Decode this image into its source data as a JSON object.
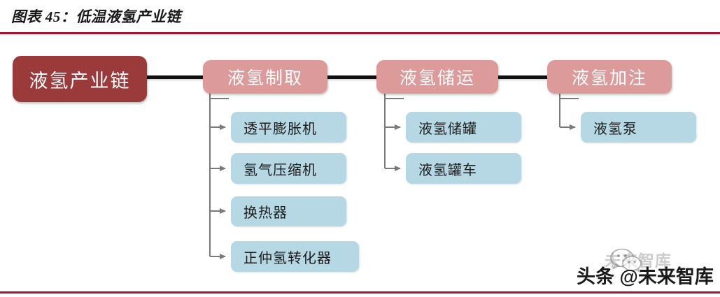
{
  "title": "图表 45：低温液氢产业链",
  "colors": {
    "rule": "#a61230",
    "root_node": "#9b3a3a",
    "stage_node": "#dc9a9a",
    "leaf_node": "#b6d8e4",
    "connector": "#111111",
    "branch_connector": "#7a7a7a"
  },
  "diagram": {
    "root": {
      "label": "液氢产业链"
    },
    "stages": [
      {
        "label": "液氢制取",
        "children": [
          {
            "label": "透平膨胀机"
          },
          {
            "label": "氢气压缩机"
          },
          {
            "label": "换热器"
          },
          {
            "label": "正仲氢转化器"
          }
        ]
      },
      {
        "label": "液氢储运",
        "children": [
          {
            "label": "液氢储罐"
          },
          {
            "label": "液氢罐车"
          }
        ]
      },
      {
        "label": "液氢加注",
        "children": [
          {
            "label": "液氢泵"
          }
        ]
      }
    ]
  },
  "watermark": {
    "ghost_text": "未来智库",
    "main_text": "头条 @未来智库",
    "icon": "wechat-icon"
  }
}
